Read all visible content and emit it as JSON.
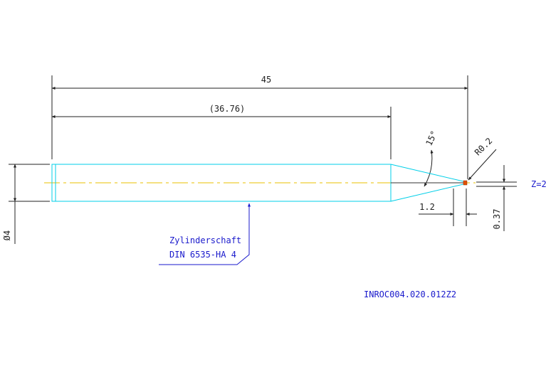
{
  "dimensions": {
    "overall_length": "45",
    "shank_length": "(36.76)",
    "angle": "15°",
    "radius": "R0.2",
    "diameter": "Ø4",
    "neck_length": "1.2",
    "tip_diameter": "0.37",
    "flutes": "Z=2"
  },
  "notes": {
    "shank_line1": "Zylinderschaft",
    "shank_line2": "DIN 6535-HA 4",
    "part_number": "INROC004.020.012Z2"
  },
  "colors": {
    "outline": "#00cfe8",
    "dimension": "#222222",
    "centerline": "#e8c000",
    "annotation": "#1a1acc",
    "tip": "#e05000"
  }
}
